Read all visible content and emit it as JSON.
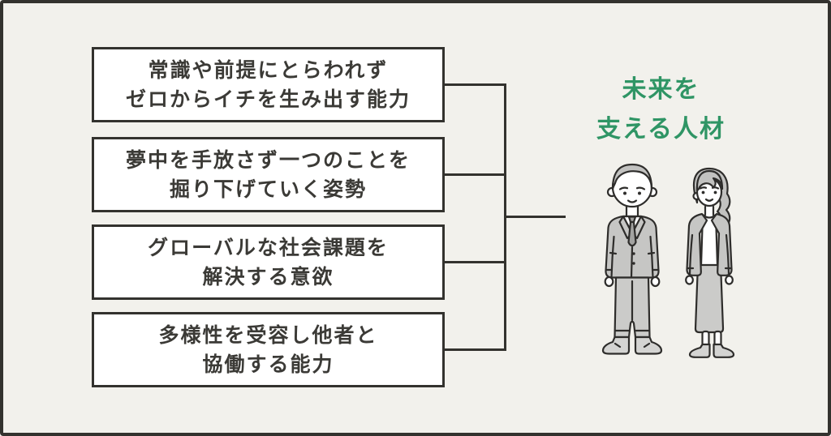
{
  "colors": {
    "page_bg": "#f2f1ec",
    "frame": "#33322e",
    "box_bg": "#ffffff",
    "box_border": "#33322e",
    "text": "#3b3a36",
    "connector": "#33322e",
    "title_green": "#2f9565",
    "figure_outline": "#2e2d2b",
    "figure_skin": "#ffffff",
    "figure_suit": "#c6c6c4",
    "figure_pants": "#cbcbc9",
    "figure_shoes": "#d4d4d2",
    "figure_hair": "#c2c2c0",
    "figure_tie": "#a3a3a1"
  },
  "boxes": [
    {
      "line1": "常識や前提にとらわれず",
      "line2": "ゼロからイチを生み出す能力"
    },
    {
      "line1": "夢中を手放さず一つのことを",
      "line2": "掘り下げていく姿勢"
    },
    {
      "line1": "グローバルな社会課題を",
      "line2": "解決する意欲"
    },
    {
      "line1": "多様性を受容し他者と",
      "line2": "協働する能力"
    }
  ],
  "title": {
    "line1": "未来を",
    "line2": "支える人材"
  },
  "illustration": {
    "left_figure": "businessman-in-gray-suit",
    "right_figure": "businesswoman-in-gray-suit"
  }
}
